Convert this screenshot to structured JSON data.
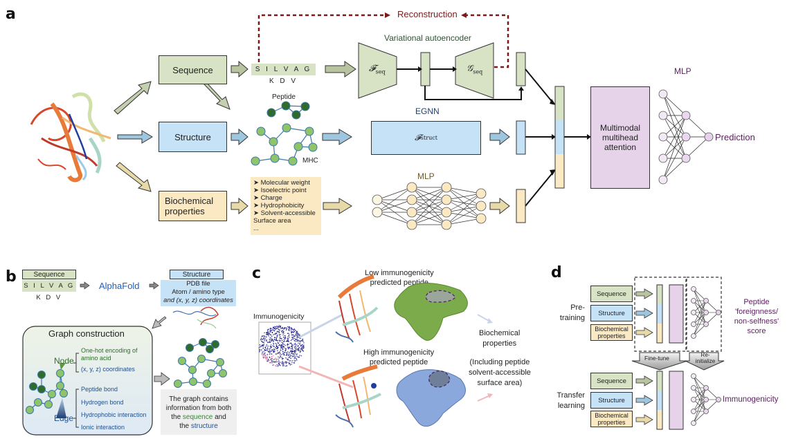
{
  "panels": {
    "a": {
      "label": "a",
      "inputs": {
        "sequence": "Sequence",
        "structure": "Structure",
        "biochemical": "Biochemical properties"
      },
      "sequence_string": "S I L V A G K D V",
      "reconstruction": "Reconstruction",
      "vae_title": "Variational autoencoder",
      "encoder_symbol": "𝓕",
      "encoder_sub": "seq",
      "decoder_symbol": "𝒢",
      "decoder_sub": "seq",
      "graph_peptide_label": "Peptide",
      "graph_mhc_label": "MHC",
      "egnn_title": "EGNN",
      "egnn_symbol": "𝓕",
      "egnn_sub": "struct",
      "mlp_title": "MLP",
      "biochem_list": [
        "➤ Molecular weight",
        "➤ Isoelectric point",
        "➤ Charge",
        "➤ Hydrophobicity",
        "➤ Solvent-accessible",
        "Surface area",
        "..."
      ],
      "attention_label": "Multimodal multihead attention",
      "mlp_out_title": "MLP",
      "prediction": "Prediction"
    },
    "b": {
      "label": "b",
      "sequence_header": "Sequence",
      "sequence_string": "S I L V A G K D V",
      "alphafold": "AlphaFold",
      "structure_header": "Structure",
      "pdb_lines": [
        "PDB file",
        "Atom / amino type",
        "and (x, y, z) coordinates"
      ],
      "graph_title": "Graph construction",
      "node_label": "Node",
      "node_items": [
        "One-hot encoding of",
        "amino acid",
        "(x, y, z) coordinates"
      ],
      "edge_label": "Edge",
      "edge_items": [
        "Peptide bond",
        "Hydrogen bond",
        "Hydrophobic interaction",
        "Ionic interaction"
      ],
      "summary_parts": [
        "The graph contains",
        "information from both",
        "the ",
        "sequence",
        " and",
        "the ",
        "structure"
      ]
    },
    "c": {
      "label": "c",
      "immunogenicity": "Immunogenicity",
      "low_title": [
        "Low immunogenicity",
        "predicted peptide"
      ],
      "high_title": [
        "High immunogenicity",
        "predicted peptide"
      ],
      "biochem": [
        "Biochemical",
        "properties"
      ],
      "including": [
        "(Including peptide",
        "solvent-accessible",
        "surface area)"
      ]
    },
    "d": {
      "label": "d",
      "pretraining": [
        "Pre-",
        "training"
      ],
      "transfer": [
        "Transfer",
        "learning"
      ],
      "inputs": [
        "Sequence",
        "Structure",
        "Biochemical properties"
      ],
      "finetune": "Fine-tune",
      "reinit": "Re-initialize",
      "foreignness": [
        "Peptide",
        "'foreignness/",
        "non-selfness'",
        "score"
      ],
      "immunogenicity": "Immunogenicity"
    }
  },
  "colors": {
    "green": "#d7e3c4",
    "blue": "#c6e2f7",
    "yellow": "#fbe9c4",
    "pink": "#e6d3ea",
    "reconstruction": "#7a1a1a",
    "purple_text": "#5a1f5e",
    "dark_green_text": "#2f5233",
    "blue_text": "#1f4f8f",
    "egnn_text": "#1f3f6f",
    "mlp_yellow_text": "#6b5a1f"
  }
}
